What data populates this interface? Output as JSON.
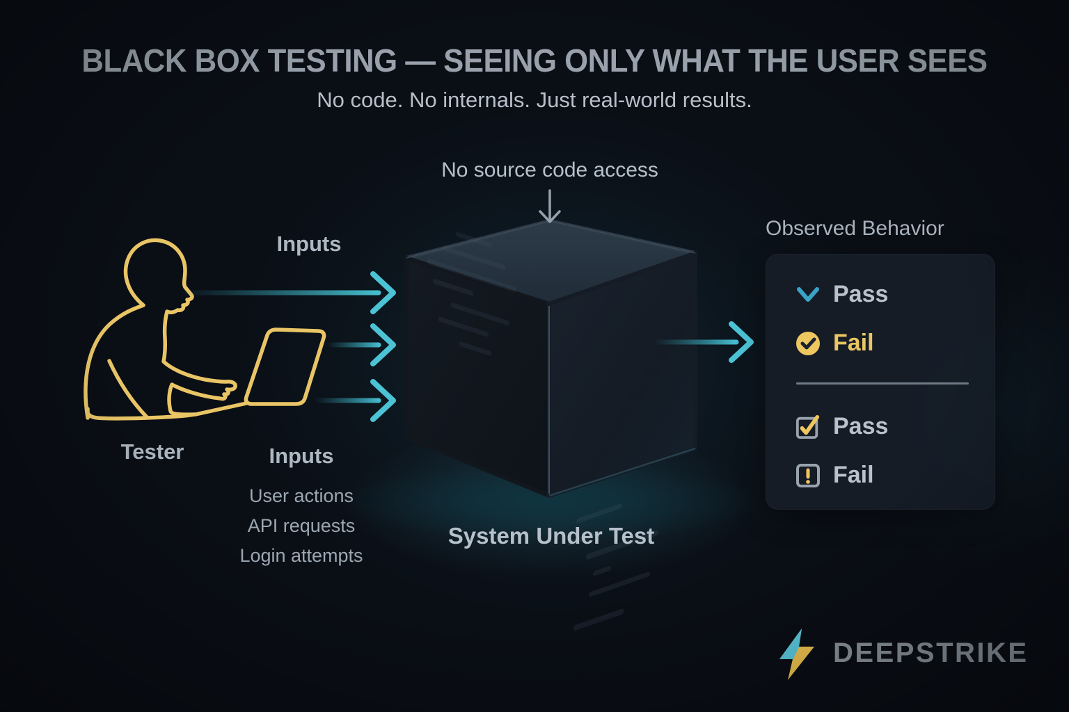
{
  "header": {
    "title": "BLACK BOX TESTING — SEEING ONLY WHAT THE USER SEES",
    "subtitle": "No code. No internals. Just real-world results."
  },
  "tester": {
    "label": "Tester"
  },
  "inputs": {
    "arrow_label": "Inputs",
    "list_label": "Inputs",
    "items": [
      "User actions",
      "API requests",
      "Login attempts"
    ]
  },
  "system": {
    "annotation": "No source code access",
    "label": "System Under Test"
  },
  "observed": {
    "title": "Observed Behavior",
    "live_items": [
      {
        "icon": "chevron-down-icon",
        "label": "Pass"
      },
      {
        "icon": "check-circle-icon",
        "label": "Fail"
      }
    ],
    "report_items": [
      {
        "icon": "checkbox-checked-icon",
        "label": "Pass"
      },
      {
        "icon": "exclamation-square-icon",
        "label": "Fail"
      }
    ]
  },
  "brand": {
    "name": "DEEPSTRIKE"
  },
  "colors": {
    "accent_cyan": "#4cc3d5",
    "accent_yellow": "#e9c566",
    "text_gray": "#aab4be",
    "background": "#0a0e15",
    "panel": "#181f29"
  }
}
